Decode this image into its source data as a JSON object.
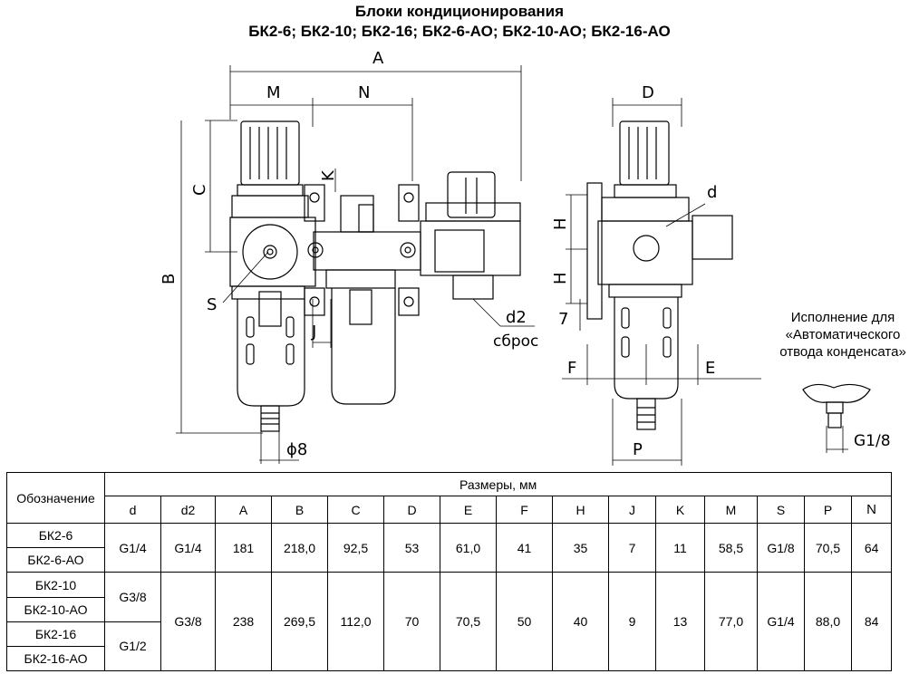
{
  "title": {
    "line1": "Блоки кондиционирования",
    "line2": "БК2-6; БК2-10; БК2-16; БК2-6-АО; БК2-10-АО; БК2-16-АО"
  },
  "drawing_labels": {
    "A": "A",
    "M": "M",
    "N": "N",
    "D": "D",
    "C": "C",
    "K": "K",
    "B": "B",
    "S": "S",
    "J": "J",
    "d2": "d2",
    "reset": "сброс",
    "phi8": "ϕ8",
    "d": "d",
    "H1": "H",
    "H2": "H",
    "seven": "7",
    "F": "F",
    "E": "E",
    "P": "P",
    "G18": "G1/8"
  },
  "note": {
    "line1": "Исполнение для",
    "line2": "«Автоматического",
    "line3": "отвода конденсата»"
  },
  "table": {
    "designation_header": "Обозначение",
    "sizes_header": "Размеры, мм",
    "columns": [
      "d",
      "d2",
      "A",
      "B",
      "C",
      "D",
      "E",
      "F",
      "H",
      "J",
      "K",
      "M",
      "S",
      "P",
      "N"
    ],
    "models": [
      "БК2-6",
      "БК2-6-АО",
      "БК2-10",
      "БК2-10-АО",
      "БК2-16",
      "БК2-16-АО"
    ],
    "row1": {
      "d": "G1/4",
      "d2": "G1/4",
      "A": "181",
      "B": "218,0",
      "C": "92,5",
      "D": "53",
      "E": "61,0",
      "F": "41",
      "H": "35",
      "J": "7",
      "K": "11",
      "M": "58,5",
      "S": "G1/8",
      "P": "70,5",
      "N": "64"
    },
    "row2": {
      "d_a": "G3/8",
      "d_b": "G1/2",
      "d2": "G3/8",
      "A": "238",
      "B": "269,5",
      "C": "112,0",
      "D": "70",
      "E": "70,5",
      "F": "50",
      "H": "40",
      "J": "9",
      "K": "13",
      "M": "77,0",
      "S": "G1/4",
      "P": "88,0",
      "N": "84"
    }
  }
}
